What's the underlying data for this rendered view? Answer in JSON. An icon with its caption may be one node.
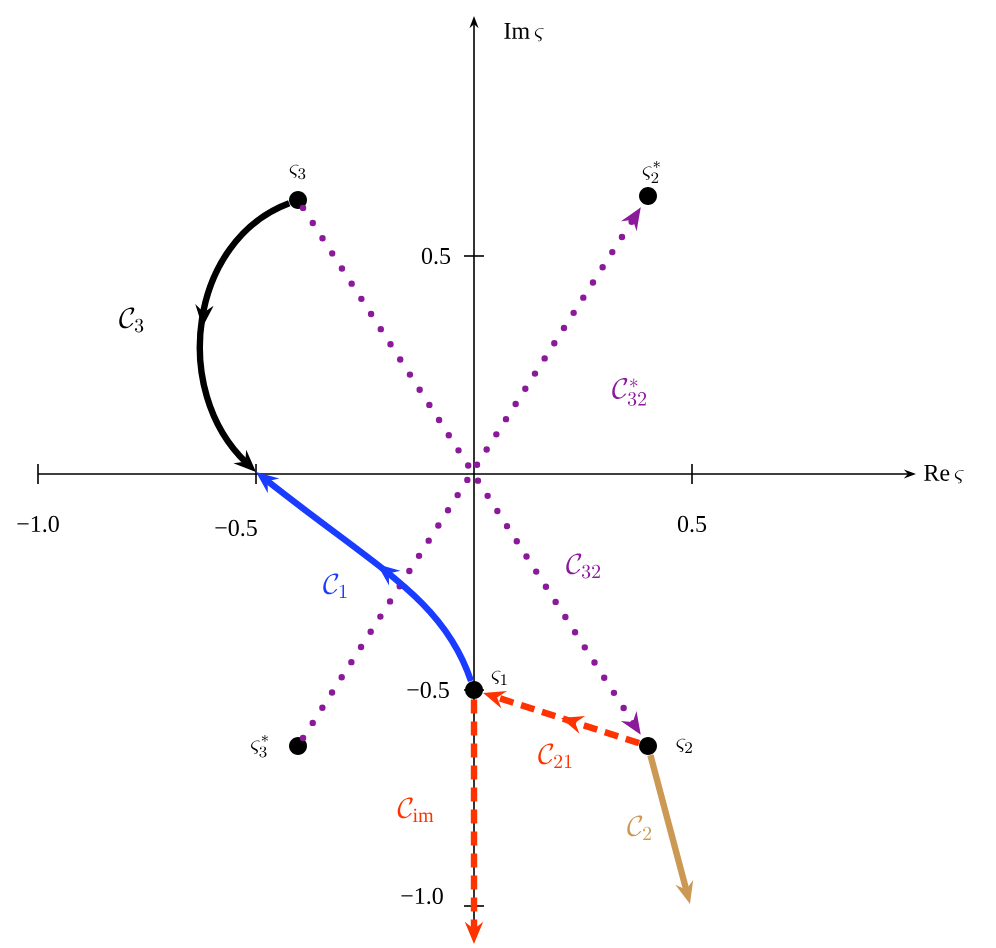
{
  "diagram": {
    "nodes": [
      {
        "text": [
          "\\varsigma_3"
        ]
      },
      {
        "text": [
          "\\varsigma_2^*"
        ]
      },
      {
        "text": [
          "\\varsigma_1"
        ]
      },
      {
        "text": [
          "\\varsigma_2"
        ]
      },
      {
        "text": [
          "\\varsigma_3^*"
        ]
      }
    ],
    "edges": [
      {
        "from": 0,
        "to": null,
        "arrow": "to",
        "label": "\\mathcal{C}_3",
        "color": "#000000"
      },
      {
        "from": 4,
        "to": 1,
        "arrow": "to",
        "label": "\\mathcal{C}_{32}^*",
        "style": "dashed",
        "color": "#8b1a9b"
      },
      {
        "from": 2,
        "to": null,
        "arrow": "to",
        "label": "\\mathcal{C}_1",
        "color": "#1a3cff"
      },
      {
        "from": 0,
        "to": 3,
        "arrow": "to",
        "label": "\\mathcal{C}_{32}",
        "style": "dashed",
        "color": "#8b1a9b"
      },
      {
        "from": 3,
        "to": 2,
        "arrow": "to",
        "label": "\\mathcal{C}_{21}",
        "style": "dashed",
        "color": "#ff3300"
      },
      {
        "from": 2,
        "to": null,
        "arrow": "to",
        "label": "\\mathcal{C}_{\\mathrm{im}}",
        "style": "dashed",
        "color": "#ff3300"
      },
      {
        "from": 3,
        "to": null,
        "arrow": "to",
        "label": "\\mathcal{C}_2",
        "color": "#cc9955"
      }
    ],
    "labels": [
      "\\mathrm{Im}\\,\\varsigma",
      "0.5",
      "\\mathrm{Re}\\,\\varsigma",
      "−1.0",
      "−0.5",
      "0.5",
      "−0.5",
      "−1.0"
    ]
  }
}
